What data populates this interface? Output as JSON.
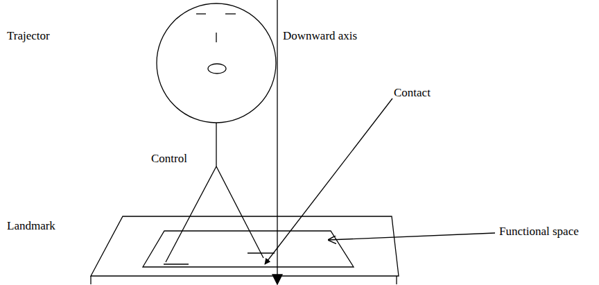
{
  "diagram": {
    "labels": [
      "Trajector",
      "Downward axis",
      "Contact",
      "Control",
      "Landmark",
      "Functional space"
    ]
  }
}
